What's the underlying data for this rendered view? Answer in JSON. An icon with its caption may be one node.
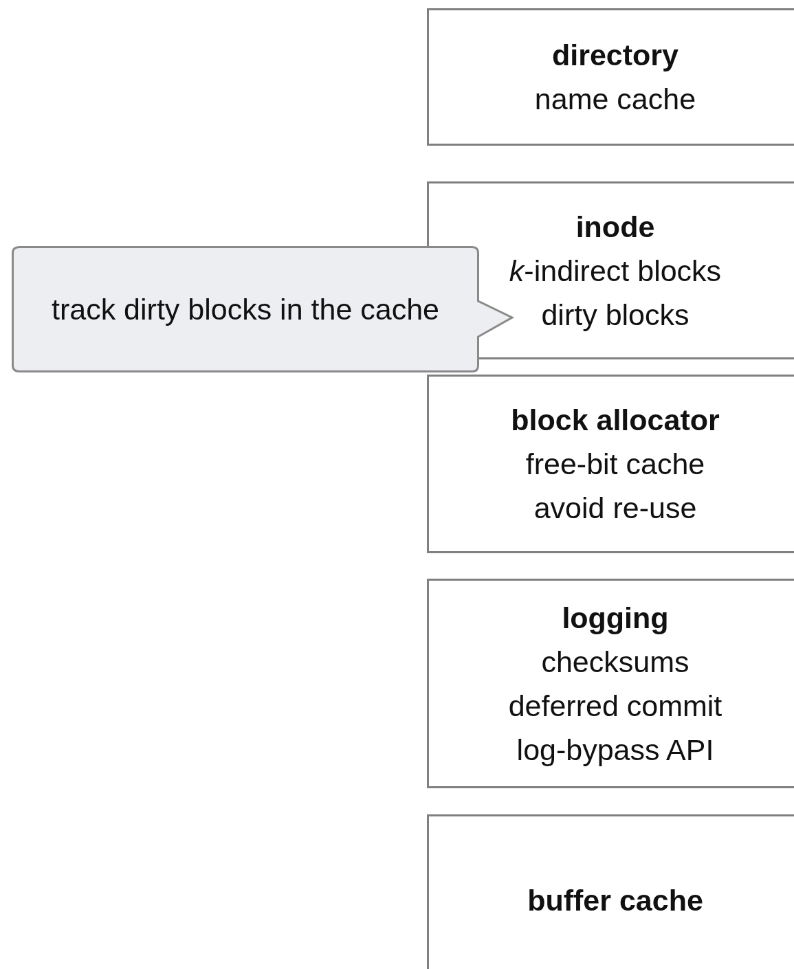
{
  "diagram": {
    "nodes": [
      {
        "text": [
          "directory",
          "name cache"
        ]
      },
      {
        "text": [
          "inode",
          "*k*-indirect blocks",
          "dirty blocks"
        ]
      },
      {
        "text": [
          "track dirty blocks in the cache"
        ]
      },
      {
        "text": [
          "block allocator",
          "free-bit cache",
          "avoid re-use"
        ]
      },
      {
        "text": [
          "logging",
          "checksums",
          "deferred commit",
          "log-bypass API"
        ]
      },
      {
        "text": [
          "buffer cache"
        ]
      }
    ]
  }
}
